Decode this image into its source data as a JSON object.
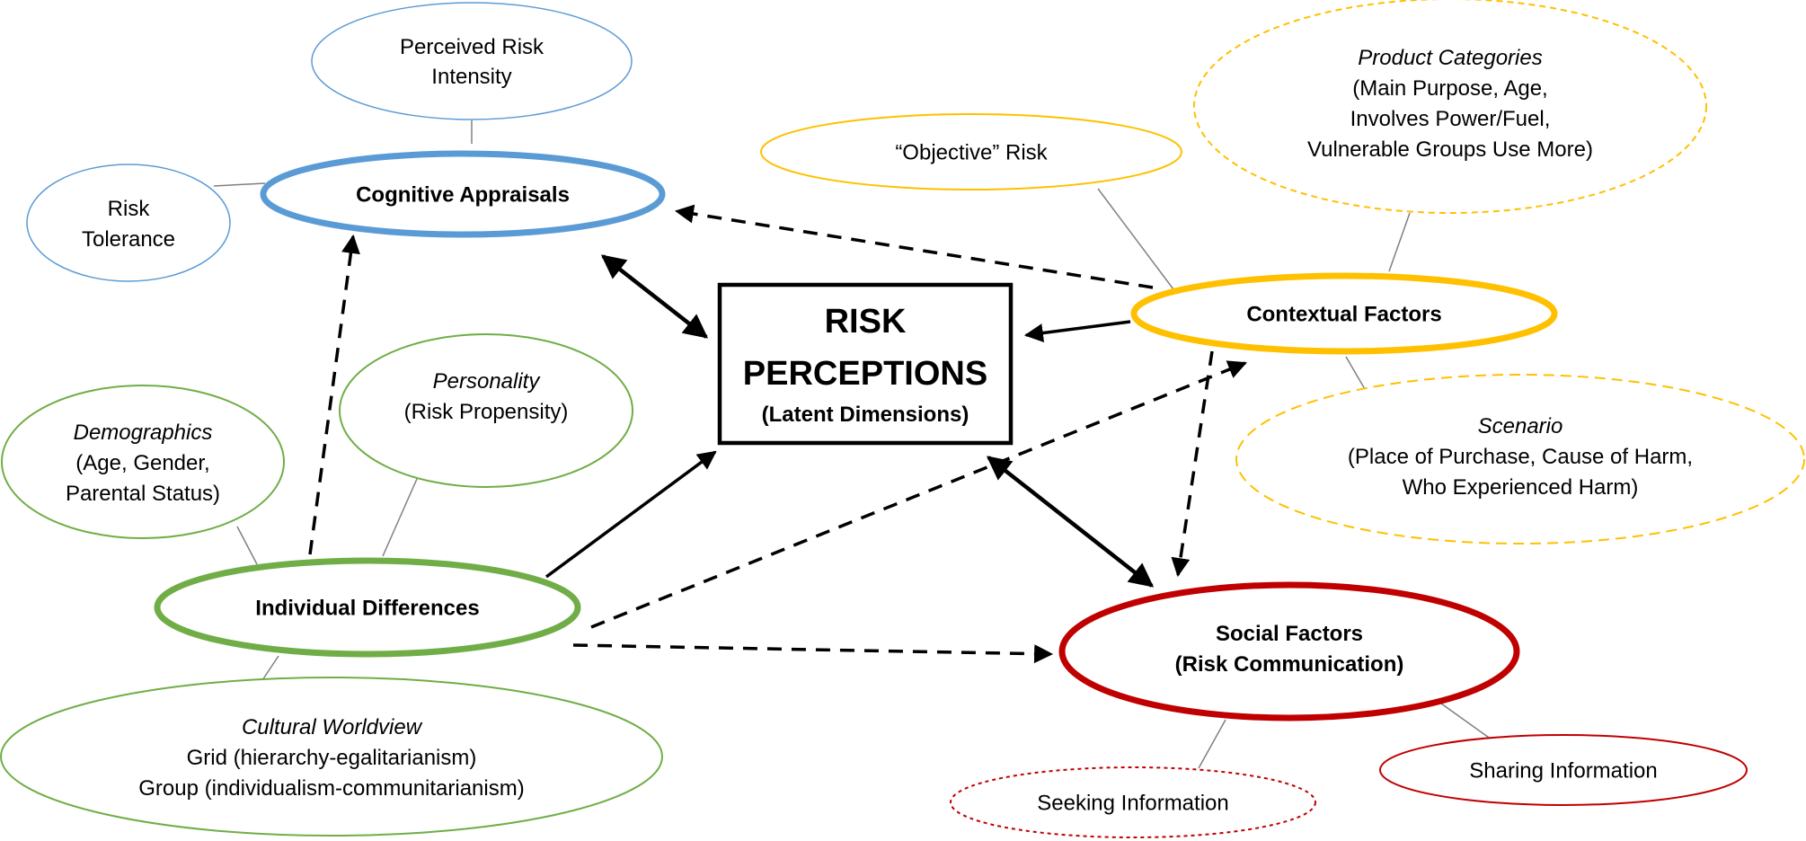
{
  "colors": {
    "blue": "#5B9BD5",
    "orange": "#FFC000",
    "green": "#70AD47",
    "red": "#C00000",
    "black": "#000000",
    "connector": "#808080"
  },
  "center": {
    "line1": "RISK",
    "line2": "PERCEPTIONS",
    "line3": "(Latent Dimensions)"
  },
  "cognitive": {
    "label": "Cognitive Appraisals",
    "perceived_risk": {
      "line1": "Perceived Risk",
      "line2": "Intensity"
    },
    "risk_tolerance": {
      "line1": "Risk",
      "line2": "Tolerance"
    }
  },
  "contextual": {
    "label": "Contextual Factors",
    "objective_risk": "“Objective” Risk",
    "product_categories": {
      "title": "Product Categories",
      "line1": "(Main Purpose, Age,",
      "line2": "Involves Power/Fuel,",
      "line3": "Vulnerable Groups Use More)"
    },
    "scenario": {
      "title": "Scenario",
      "line1": "(Place of Purchase, Cause of Harm,",
      "line2": "Who Experienced Harm)"
    }
  },
  "individual": {
    "label": "Individual Differences",
    "personality": {
      "title": "Personality",
      "line1": "(Risk Propensity)"
    },
    "demographics": {
      "title": "Demographics",
      "line1": "(Age, Gender,",
      "line2": "Parental Status)"
    },
    "cultural": {
      "title": "Cultural Worldview",
      "line1": "Grid (hierarchy-egalitarianism)",
      "line2": "Group (individualism-communitarianism)"
    }
  },
  "social": {
    "line1": "Social Factors",
    "line2": "(Risk Communication)",
    "seeking": "Seeking Information",
    "sharing": "Sharing Information"
  }
}
